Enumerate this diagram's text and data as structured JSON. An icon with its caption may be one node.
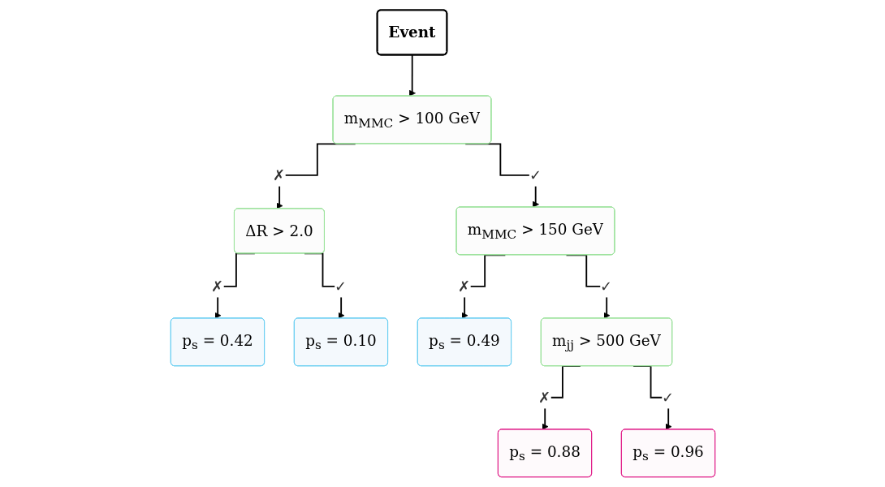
{
  "diagram": {
    "nodes": [
      {
        "text": [
          "Event"
        ]
      },
      {
        "text": [
          "m$_{MMC}$ > 100 GeV"
        ]
      },
      {
        "text": [
          "ΔR > 2.0"
        ]
      },
      {
        "text": [
          "m$_{MMC}$ > 150 GeV"
        ]
      },
      {
        "text": [
          "p$_{s}$ = 0.42"
        ]
      },
      {
        "text": [
          "p$_{s}$ = 0.10"
        ]
      },
      {
        "text": [
          "p$_{s}$ = 0.49"
        ]
      },
      {
        "text": [
          "m$_{jj}$ > 500 GeV"
        ]
      },
      {
        "text": [
          "p$_{s}$ = 0.88"
        ]
      },
      {
        "text": [
          "p$_{s}$ = 0.96"
        ]
      }
    ],
    "edges": [
      {
        "from": 0,
        "to": 1,
        "arrow": "to"
      },
      {
        "from": 1,
        "to": 2,
        "arrow": "to",
        "label": "✗"
      },
      {
        "from": 1,
        "to": 3,
        "arrow": "to",
        "label": "✓"
      },
      {
        "from": 2,
        "to": 4,
        "arrow": "to",
        "label": "✗"
      },
      {
        "from": 2,
        "to": 5,
        "arrow": "to",
        "label": "✓"
      },
      {
        "from": 3,
        "to": 6,
        "arrow": "to",
        "label": "✗"
      },
      {
        "from": 3,
        "to": 7,
        "arrow": "to",
        "label": "✓"
      },
      {
        "from": 7,
        "to": 8,
        "arrow": "to",
        "label": "✗"
      },
      {
        "from": 7,
        "to": 9,
        "arrow": "to",
        "label": "✓"
      }
    ]
  }
}
